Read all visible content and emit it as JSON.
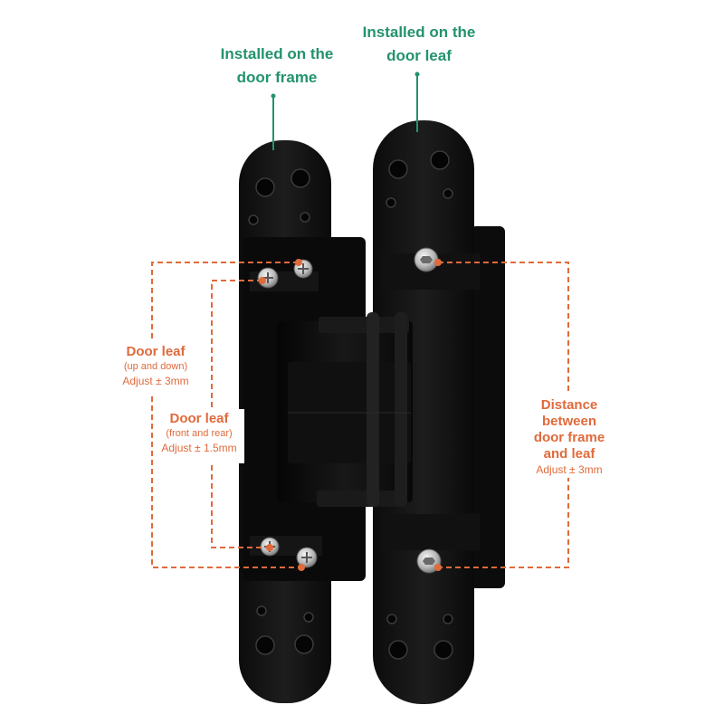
{
  "labels": {
    "frame": {
      "line1": "Installed on the",
      "line2": "door frame"
    },
    "leaf": {
      "line1": "Installed on the",
      "line2": "door leaf"
    },
    "vertical": {
      "title": "Door leaf",
      "sub": "(up and down)",
      "adjust": "Adjust ± 3mm"
    },
    "frontrear": {
      "title": "Door leaf",
      "sub": "(front and rear)",
      "adjust": "Adjust ± 1.5mm"
    },
    "distance": {
      "line1": "Distance",
      "line2": "between",
      "line3": "door frame",
      "line4": "and leaf",
      "adjust": "Adjust ± 3mm"
    }
  },
  "colors": {
    "green": "#23936b",
    "orange": "#e06a3b",
    "hinge_black": "#141414"
  }
}
